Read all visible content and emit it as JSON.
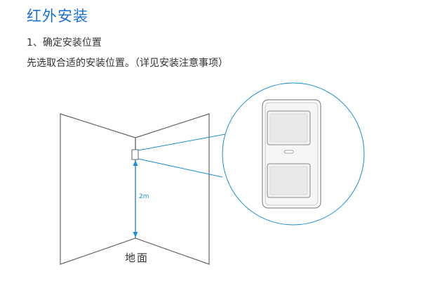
{
  "section": {
    "title": "红外安装",
    "step": "1、确定安装位置",
    "description": "先选取合适的安装位置。（详见安装注意事项）"
  },
  "diagram": {
    "height_label": "2m",
    "floor_label": "地面"
  },
  "colors": {
    "title": "#1a6fd6",
    "accent_line": "#1a8fd6",
    "text": "#333333",
    "outline": "#666666"
  }
}
